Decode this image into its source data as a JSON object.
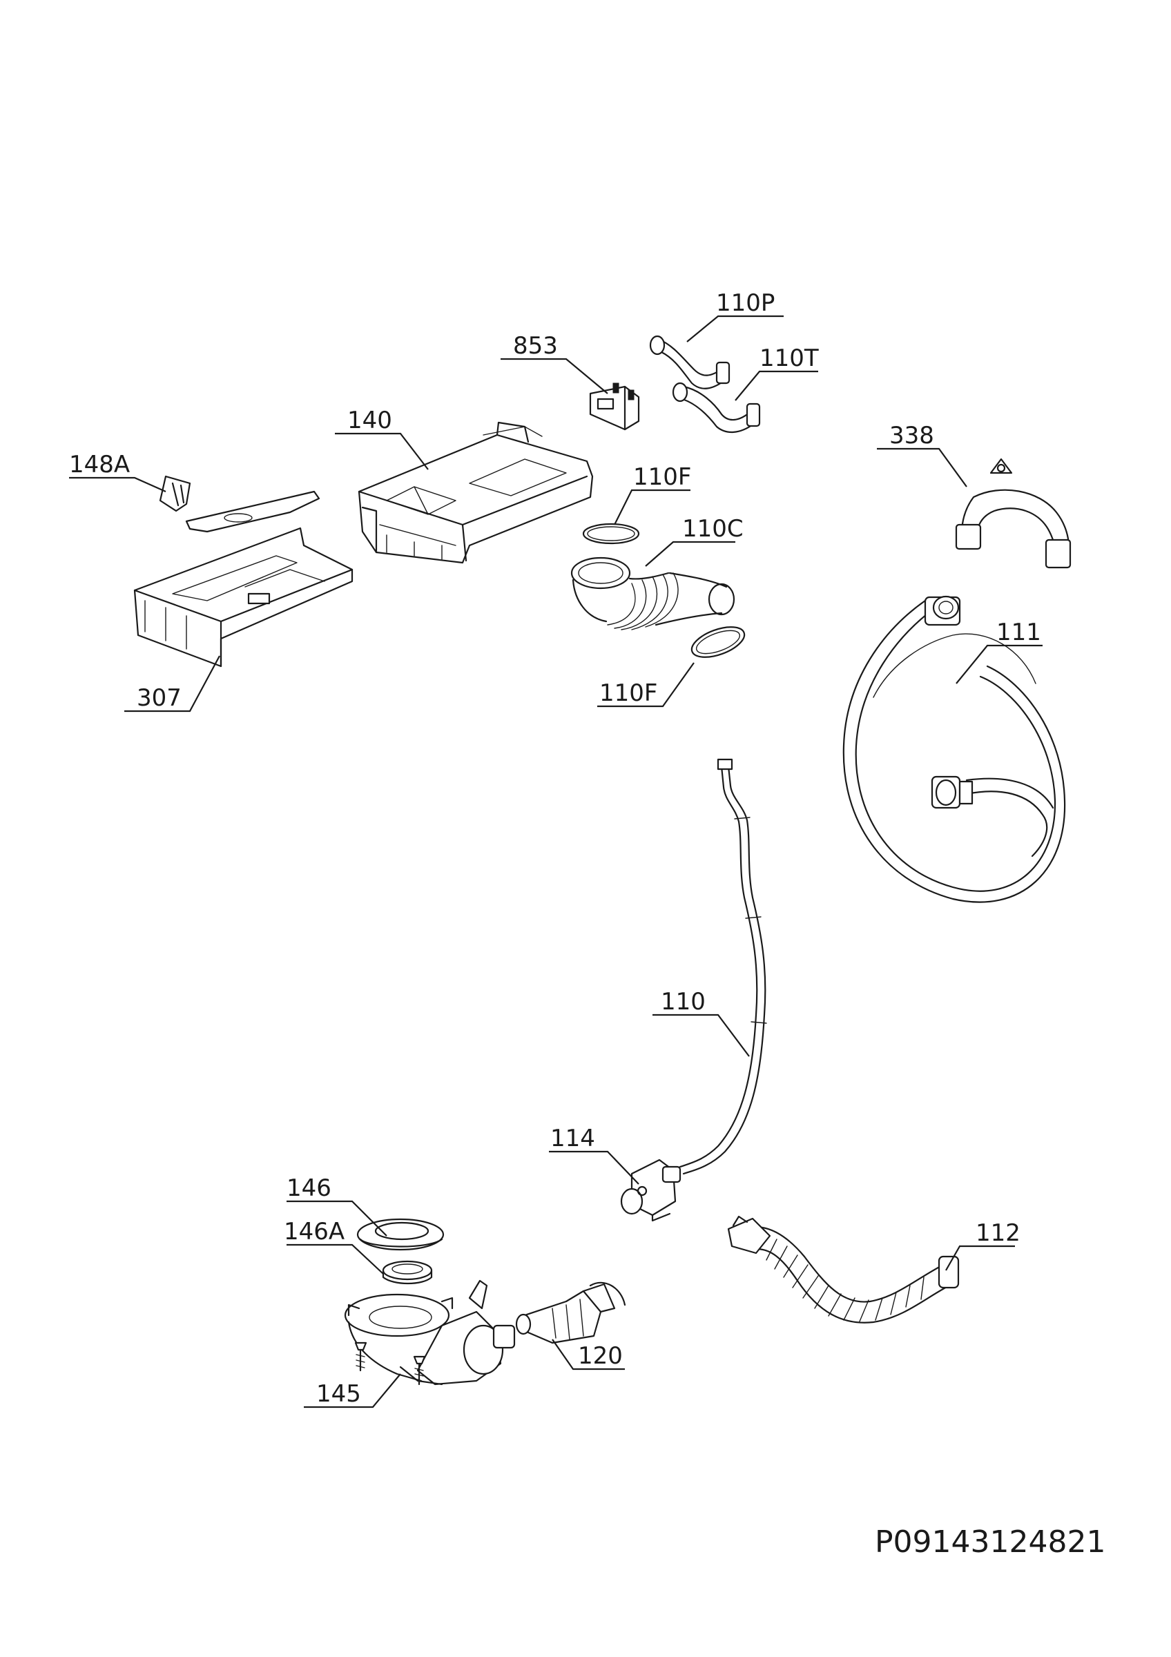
{
  "callouts": {
    "c110P": "110P",
    "c853": "853",
    "c110T": "110T",
    "c140": "140",
    "c338": "338",
    "c148A": "148A",
    "c110F_top": "110F",
    "c110C": "110C",
    "c111": "111",
    "c307": "307",
    "c110F_bottom": "110F",
    "c110": "110",
    "c114": "114",
    "c146": "146",
    "c146A": "146A",
    "c112": "112",
    "c120": "120",
    "c145": "145"
  },
  "drawing_code": "P09143124821"
}
